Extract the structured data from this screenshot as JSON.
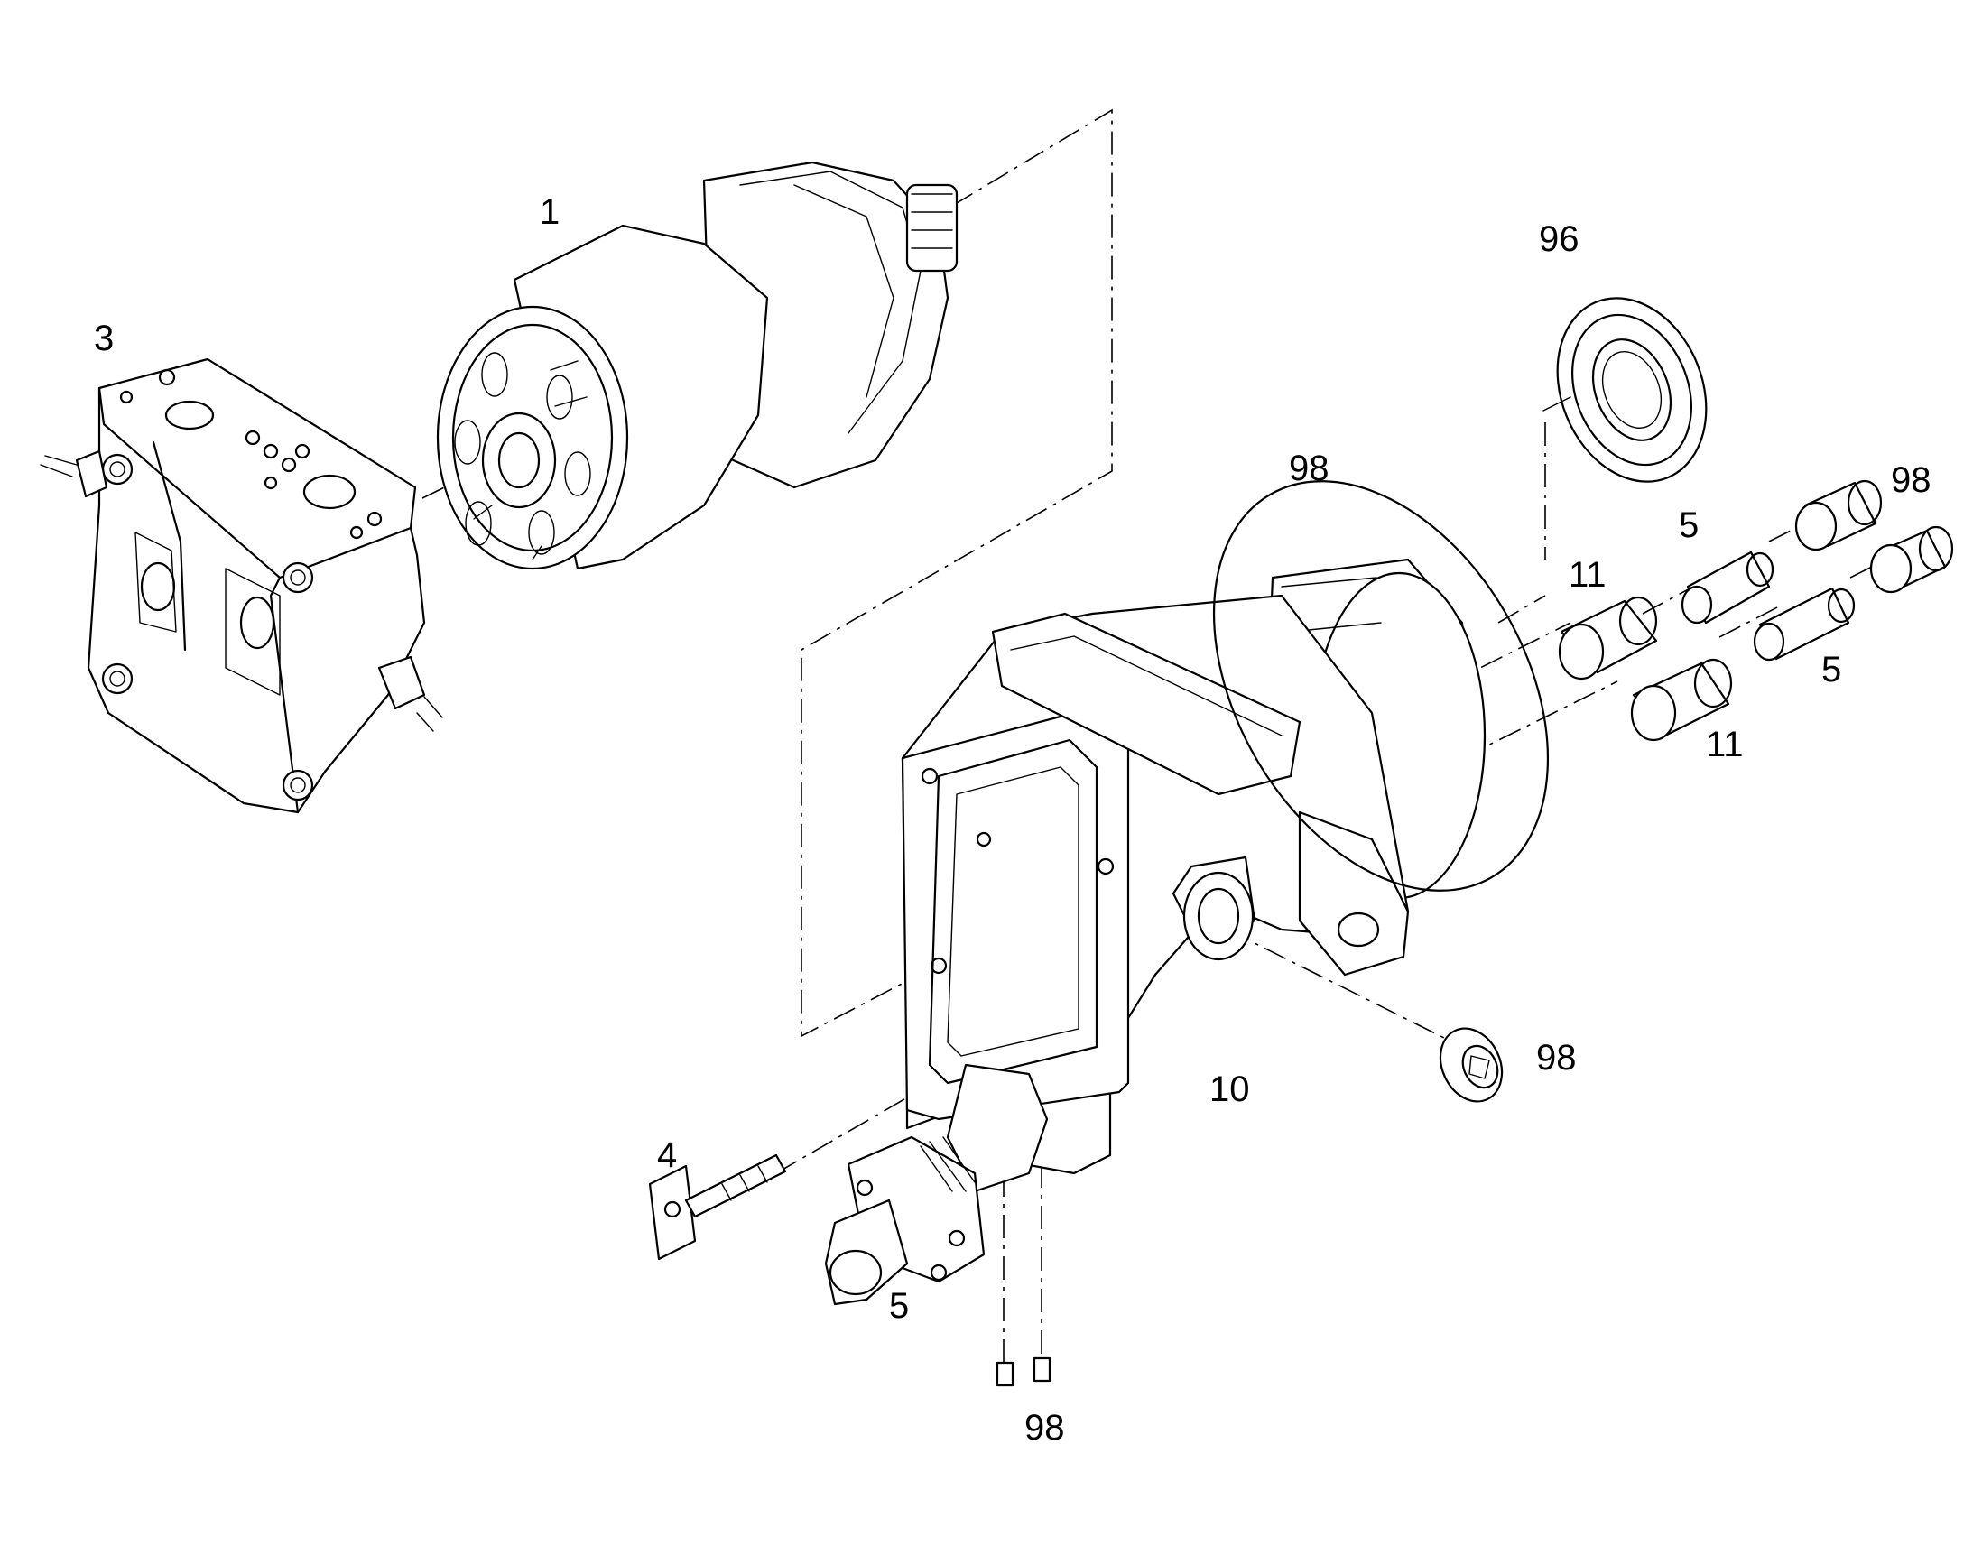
{
  "callouts": {
    "c1": "1",
    "c3": "3",
    "c4": "4",
    "c5_mid": "5",
    "c5_right": "5",
    "c5_bottom": "5",
    "c10": "10",
    "c11_top": "11",
    "c11_bottom": "11",
    "c96": "96",
    "c98_ring": "98",
    "c98_plug_top": "98",
    "c98_plug_side": "98",
    "c98_bottom": "98"
  },
  "colors": {
    "line": "#000000",
    "background": "#ffffff"
  }
}
